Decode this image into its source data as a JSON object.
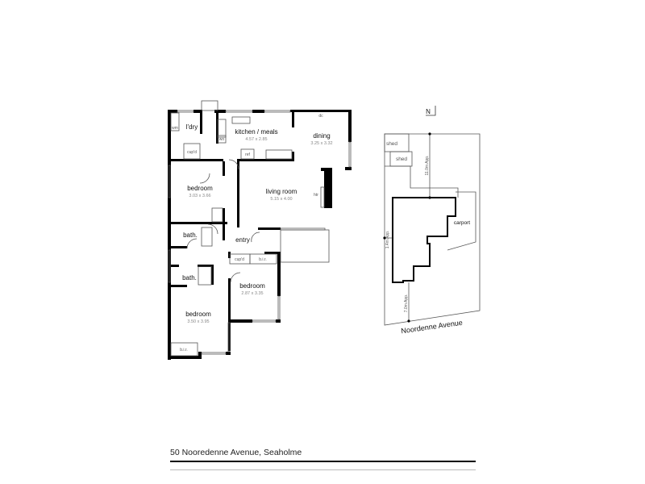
{
  "floorplan": {
    "rooms": [
      {
        "name": "l'dry",
        "dims": ""
      },
      {
        "name": "kitchen / meals",
        "dims": "4.57 x 2.85"
      },
      {
        "name": "dining",
        "dims": "3.25 x 3.32"
      },
      {
        "name": "bedroom",
        "dims": "3.03 x 3.66"
      },
      {
        "name": "living room",
        "dims": "5.15 x 4.00"
      },
      {
        "name": "bath.",
        "dims": ""
      },
      {
        "name": "entry",
        "dims": ""
      },
      {
        "name": "bath.",
        "dims": ""
      },
      {
        "name": "bedroom",
        "dims": "2.87 x 3.35"
      },
      {
        "name": "bedroom",
        "dims": "3.50 x 3.95"
      }
    ],
    "fixtures": {
      "wm": "wm",
      "wo": "wo",
      "cupd": "cup'd",
      "ref": "ref",
      "dc": "dc",
      "htr": "htr",
      "bir": "b.i.r."
    }
  },
  "site_plan": {
    "north": "N",
    "sheds": [
      "shed",
      "shed"
    ],
    "carport": "carport",
    "dimensions": [
      "11.0m App.",
      "1.4m App.",
      "7.0m App."
    ],
    "street": "Noordenne Avenue"
  },
  "footer": {
    "address": "50 Nooredenne Avenue, Seaholme"
  }
}
